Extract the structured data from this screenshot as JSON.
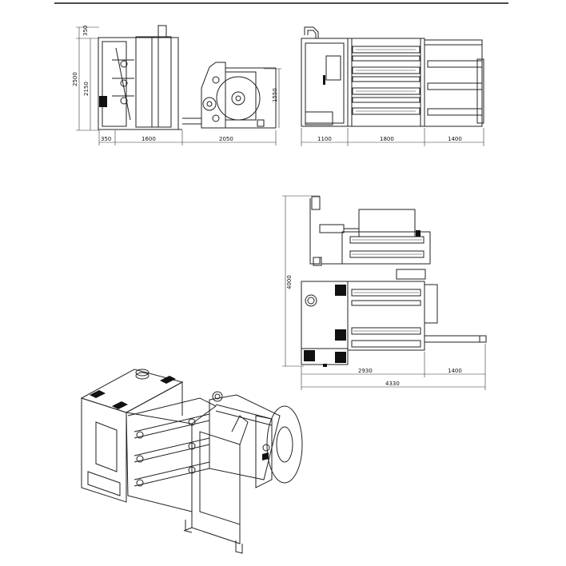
{
  "side_view": {
    "height_dims": [
      "350",
      "2500",
      "2150",
      "1550"
    ],
    "width_dims": [
      "350",
      "1600",
      "2050"
    ]
  },
  "top_view": {
    "width_dims": [
      "1100",
      "1800",
      "1400"
    ]
  },
  "plan_view": {
    "height_dims": [
      "4000"
    ],
    "width_dims": [
      "2930",
      "1400",
      "4330"
    ]
  }
}
